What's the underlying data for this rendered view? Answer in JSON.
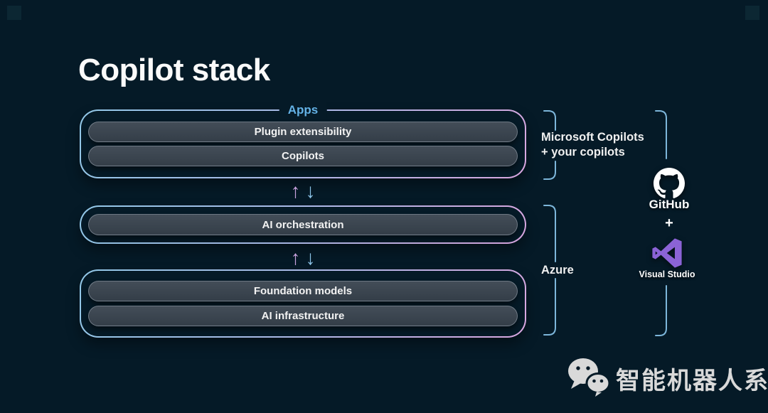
{
  "page": {
    "title": "Copilot stack"
  },
  "stack": {
    "apps_label": "Apps",
    "arrow_up": "↑",
    "arrow_down": "↓",
    "boxes": [
      {
        "bars": [
          "Plugin extensibility",
          "Copilots"
        ]
      },
      {
        "bars": [
          "AI orchestration"
        ]
      },
      {
        "bars": [
          "Foundation models",
          "AI infrastructure"
        ]
      }
    ]
  },
  "annotations": {
    "microsoft_copilots_line1": "Microsoft Copilots",
    "microsoft_copilots_line2": "+ your copilots",
    "azure": "Azure"
  },
  "logos": {
    "github_label": "GitHub",
    "plus": "+",
    "visual_studio_label": "Visual Studio"
  },
  "watermark": {
    "text": "智能机器人系统"
  },
  "colors": {
    "background": "#051a27",
    "accent_blue": "#64b2e6",
    "accent_pink": "#d9a6e0",
    "bracket": "#7db6da",
    "bar_fill": "#3a444e",
    "arrow_up_pink": "#c9a3de",
    "arrow_down_blue": "#8cc4e8",
    "vs_purple": "#8b63d6",
    "text": "#f0f0f0",
    "watermark_gray": "#d9d9d9"
  }
}
